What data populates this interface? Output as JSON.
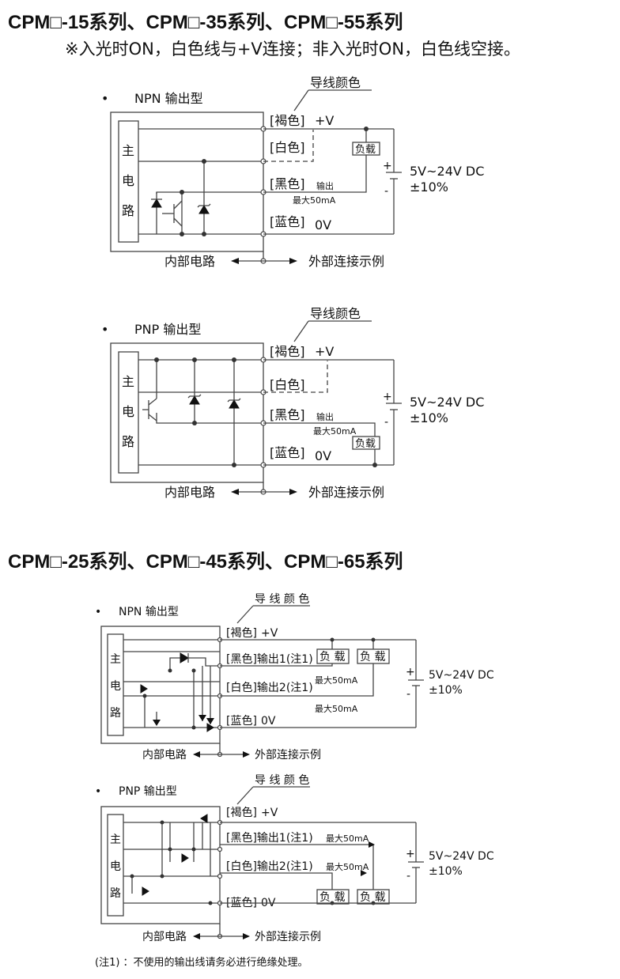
{
  "section1": {
    "title": "CPM□-15系列、CPM□-35系列、CPM□-55系列",
    "subtitle": "※入光时ON，白色线与+V连接；非入光时ON，白色线空接。"
  },
  "section2": {
    "title": "CPM□-25系列、CPM□-45系列、CPM□-65系列"
  },
  "common": {
    "bullet": "•",
    "wire_color_label": "导线颜色",
    "wire_color_label_spaced": "导 线 颜 色",
    "main": "主",
    "circuit": "电",
    "path": "路",
    "internal_circuit": "内部电路",
    "external_example": "外部连接示例",
    "brown": "[褐色]",
    "white": "[白色]",
    "black": "[黑色]",
    "blue": "[蓝色]",
    "plus_v": "+V",
    "zero_v": "0V",
    "load": "负载",
    "load_spaced": "负 载",
    "output": "输出",
    "max_current": "最大50mA",
    "plus": "+",
    "minus": "-",
    "supply": "5V~24V DC",
    "tolerance": "±10%",
    "black_out1": "[黑色]输出1(注1)",
    "white_out2": "[白色]输出2(注1)"
  },
  "diagrams": {
    "npn_a": {
      "type_label": "NPN 输出型"
    },
    "pnp_a": {
      "type_label": "PNP 输出型"
    },
    "npn_b": {
      "type_label": "NPN 输出型"
    },
    "pnp_b": {
      "type_label": "PNP 输出型"
    }
  },
  "footnote": "(注1) ：不使用的输出线请务必进行绝缘处理。"
}
